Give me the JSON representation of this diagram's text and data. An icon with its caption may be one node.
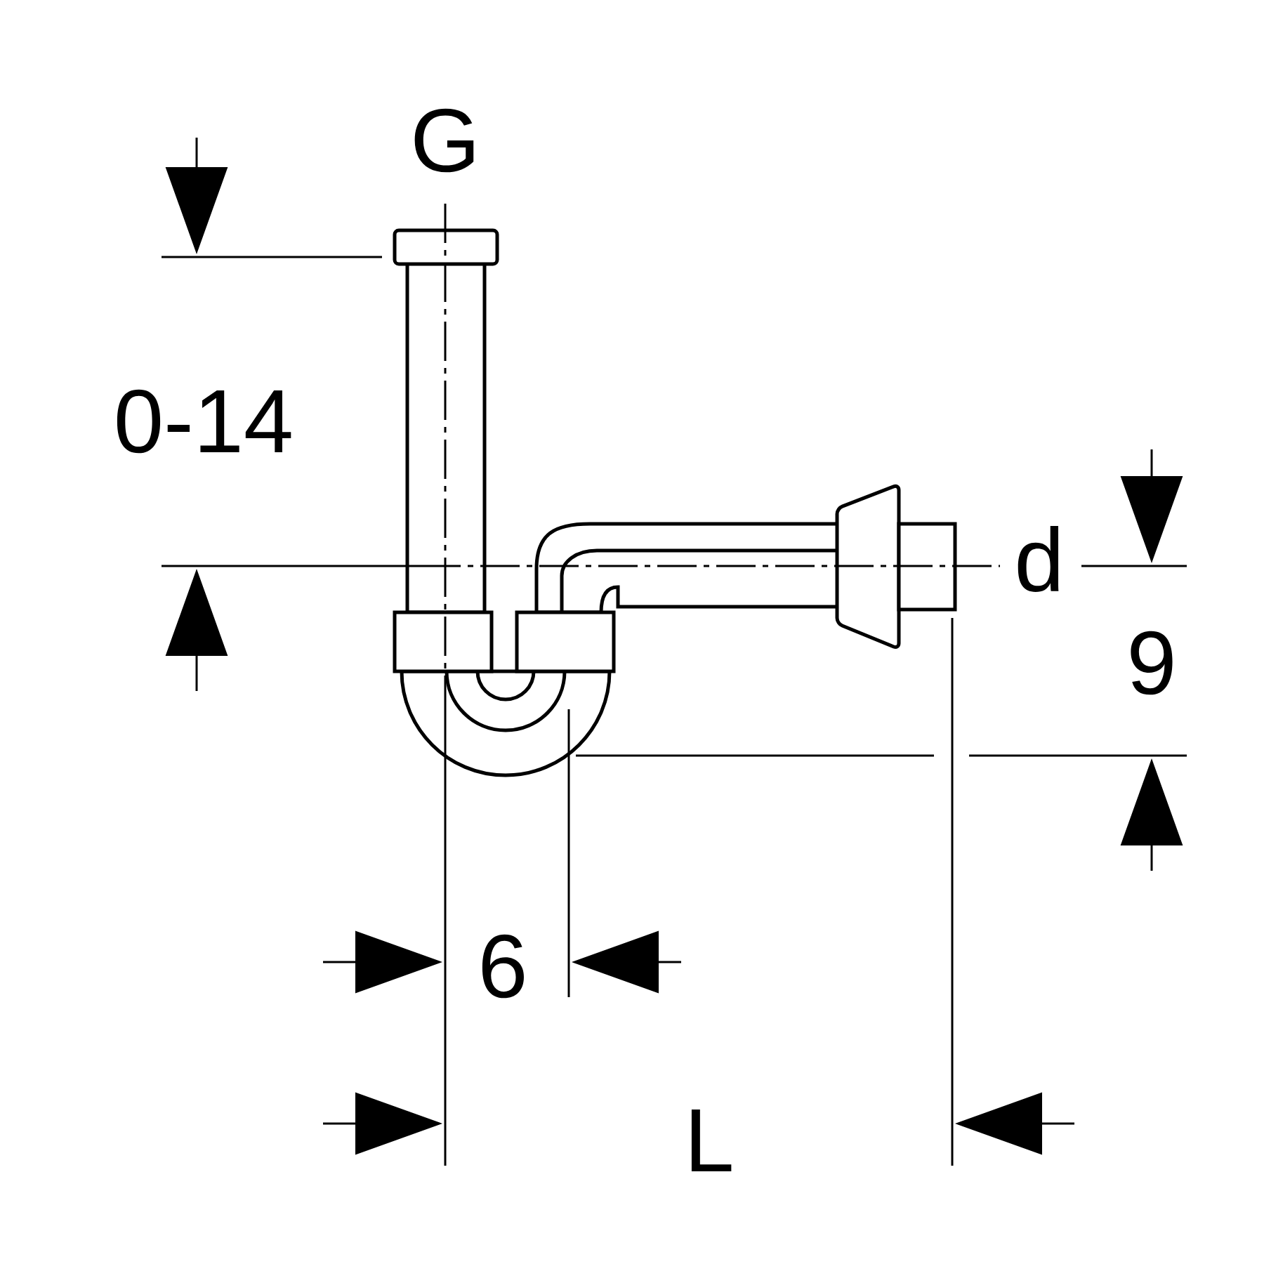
{
  "diagram": {
    "labels": [
      "G",
      "0-14",
      "d",
      "9",
      "6",
      "L"
    ]
  }
}
